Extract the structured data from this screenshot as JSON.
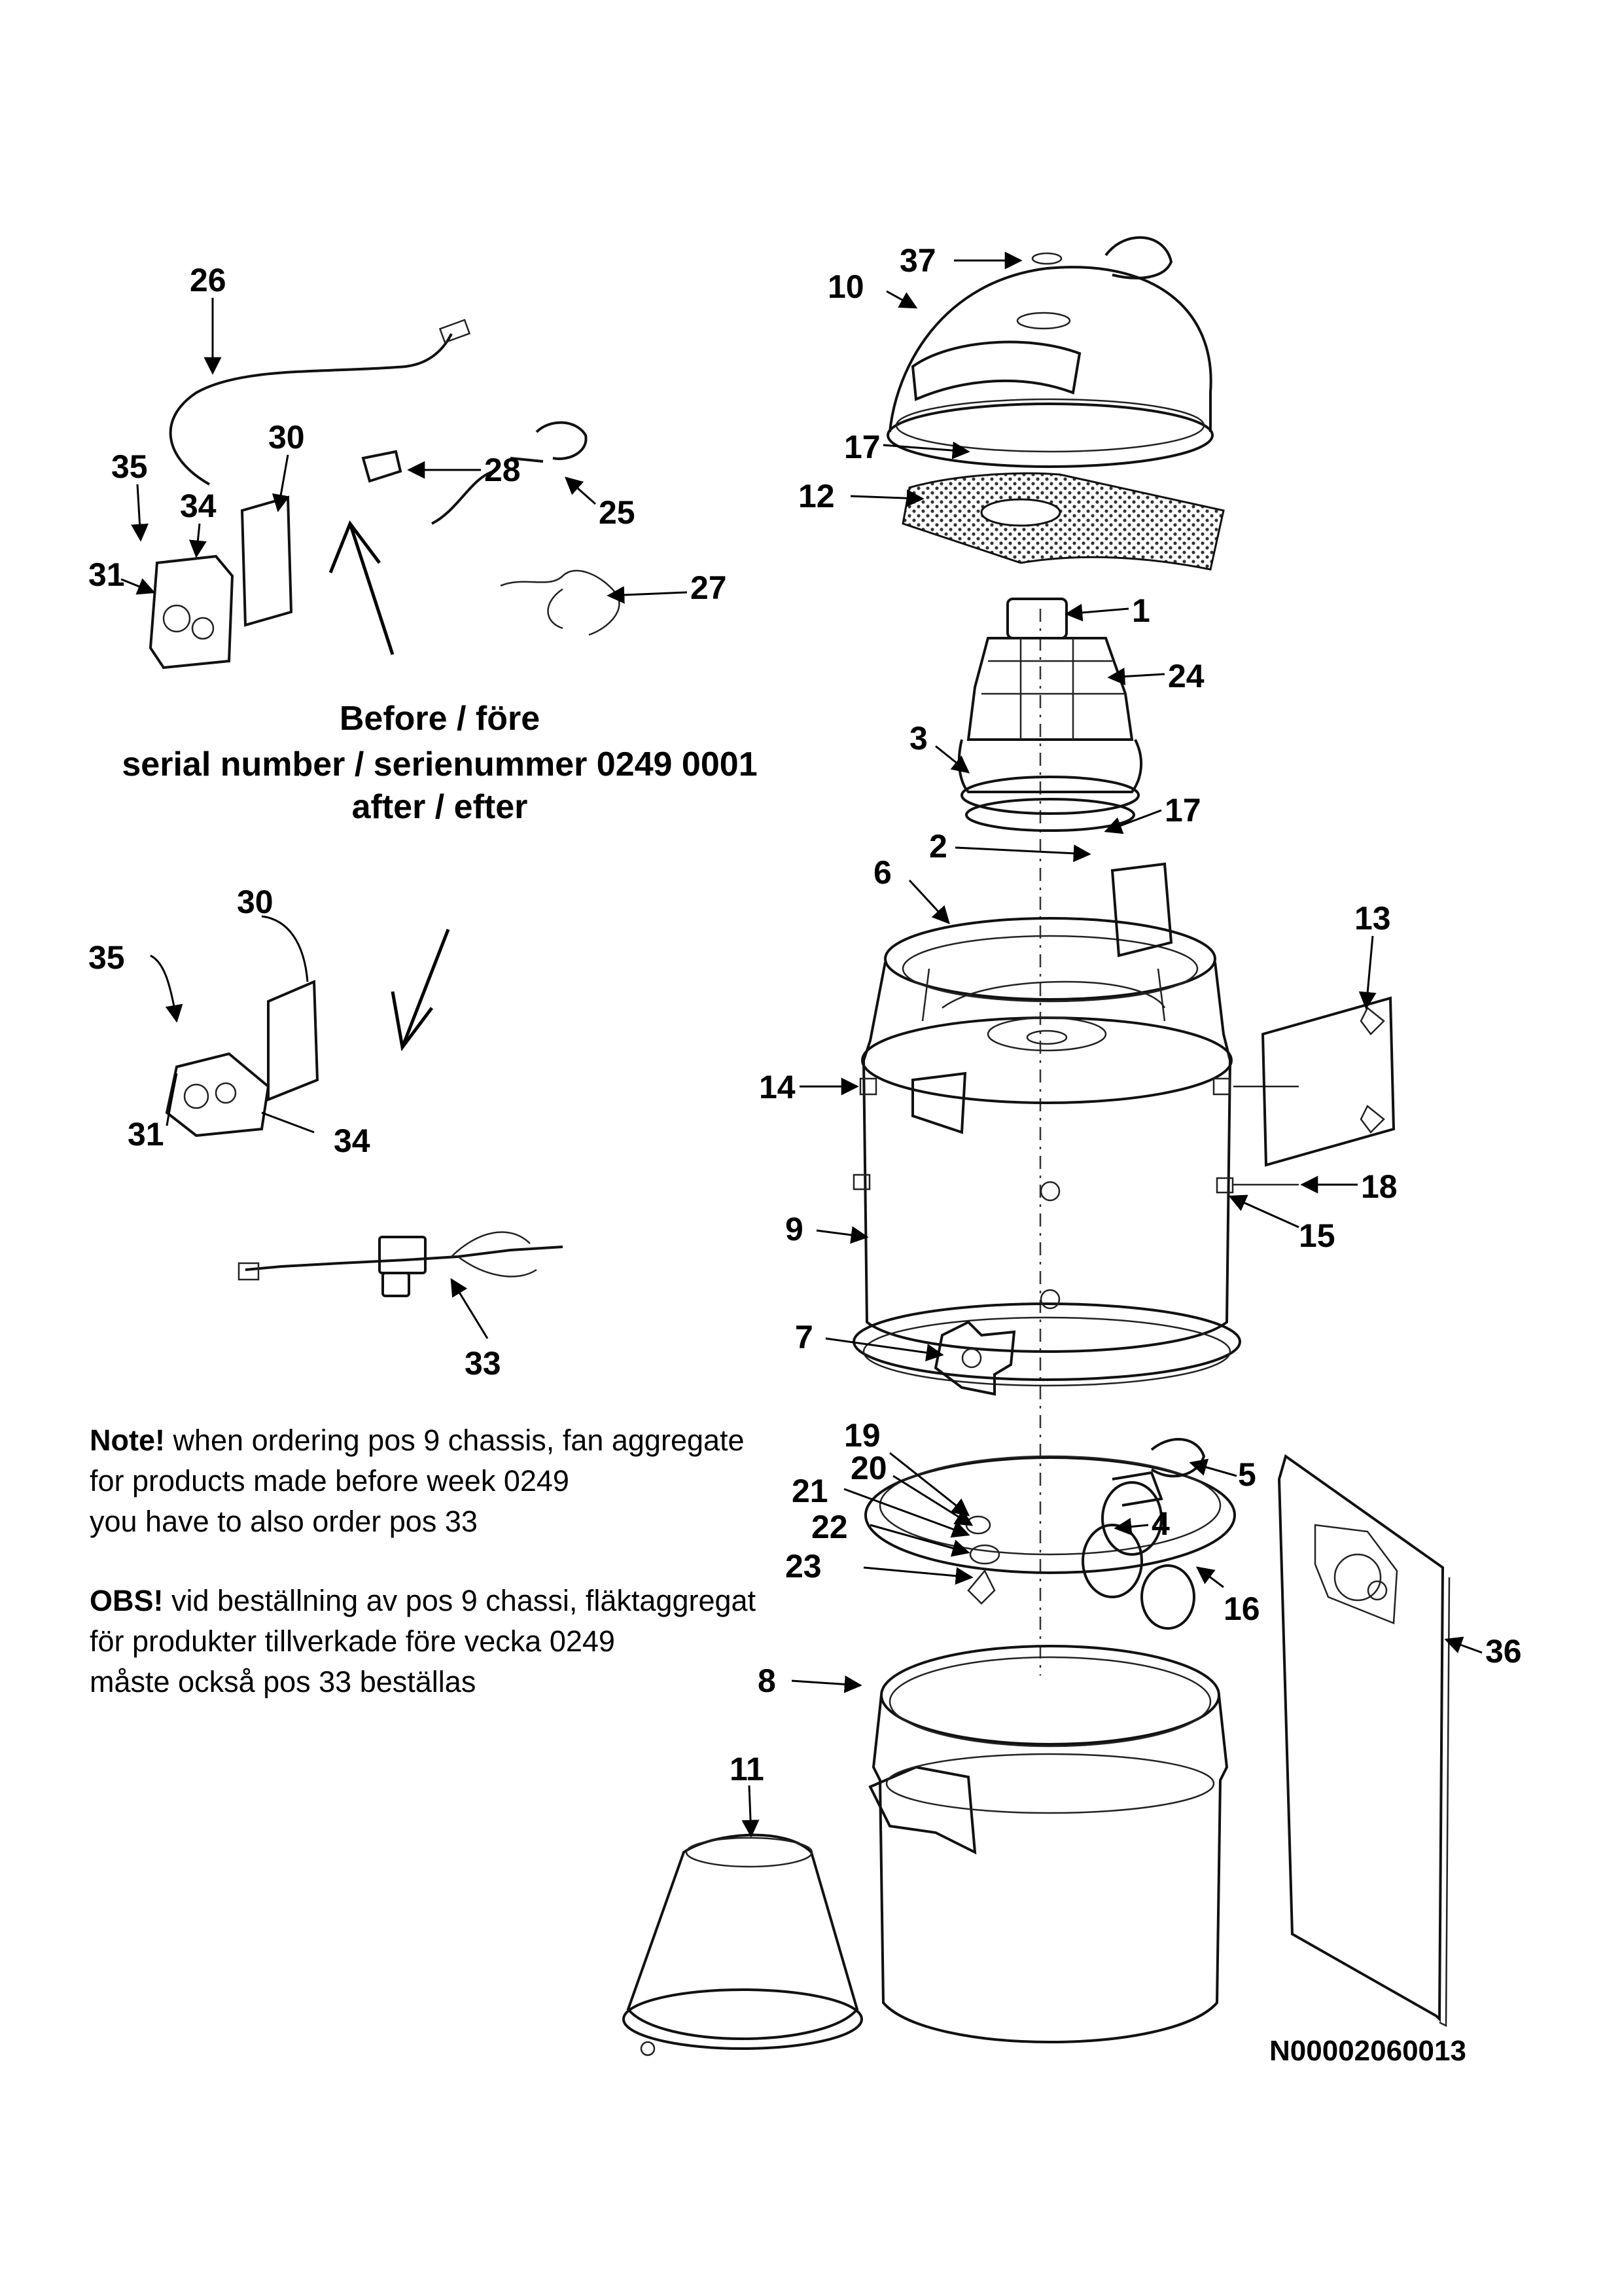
{
  "drawing_id": "N00002060013",
  "caption": {
    "line1": "Before / före",
    "line2": "serial number / serienummer 0249 0001",
    "line3": "after / efter"
  },
  "note_en": {
    "bold": "Note!",
    "line1_rest": " when ordering pos 9 chassis, fan aggregate",
    "line2": "for products made before week 0249",
    "line3": "you have to also order pos 33"
  },
  "note_sv": {
    "bold": "OBS!",
    "line1_rest": " vid beställning av pos 9 chassi, fläktaggregat",
    "line2": "för produkter tillverkade före vecka 0249",
    "line3": "måste också pos 33 beställas"
  },
  "part_labels": {
    "p1": "1",
    "p2": "2",
    "p3": "3",
    "p4": "4",
    "p5": "5",
    "p6": "6",
    "p7": "7",
    "p8": "8",
    "p9": "9",
    "p10": "10",
    "p11": "11",
    "p12": "12",
    "p13": "13",
    "p14": "14",
    "p15": "15",
    "p16": "16",
    "p17a": "17",
    "p17b": "17",
    "p18": "18",
    "p19": "19",
    "p20": "20",
    "p21": "21",
    "p22": "22",
    "p23": "23",
    "p24": "24",
    "p25": "25",
    "p26": "26",
    "p27": "27",
    "p28": "28",
    "p30a": "30",
    "p30b": "30",
    "p31a": "31",
    "p31b": "31",
    "p33": "33",
    "p34a": "34",
    "p34b": "34",
    "p35a": "35",
    "p35b": "35",
    "p36": "36",
    "p37": "37"
  }
}
